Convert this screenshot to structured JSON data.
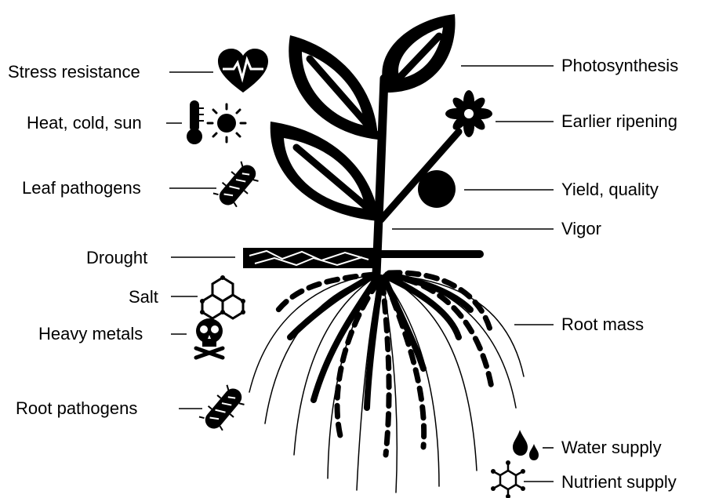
{
  "left_labels": {
    "stress_resistance": "Stress resistance",
    "heat_cold_sun": "Heat, cold, sun",
    "leaf_pathogens": "Leaf pathogens",
    "drought": "Drought",
    "salt": "Salt",
    "heavy_metals": "Heavy metals",
    "root_pathogens": "Root pathogens"
  },
  "right_labels": {
    "photosynthesis": "Photosynthesis",
    "earlier_ripening": "Earlier ripening",
    "yield_quality": "Yield, quality",
    "vigor": "Vigor",
    "root_mass": "Root mass",
    "water_supply": "Water supply",
    "nutrient_supply": "Nutrient supply"
  },
  "icons": {
    "stress_resistance": "heart-rate-icon",
    "heat_cold_sun": "thermometer-sun-icon",
    "leaf_pathogens": "bacterium-icon",
    "drought": "cracked-soil-icon",
    "salt": "molecule-icon",
    "heavy_metals": "skull-crossbones-icon",
    "root_pathogens": "bacterium-icon",
    "earlier_ripening": "flower-icon",
    "yield_quality": "fruit-icon",
    "water_supply": "water-drops-icon",
    "nutrient_supply": "nutrient-molecule-icon"
  },
  "colors": {
    "ink": "#000000",
    "background": "#ffffff"
  }
}
